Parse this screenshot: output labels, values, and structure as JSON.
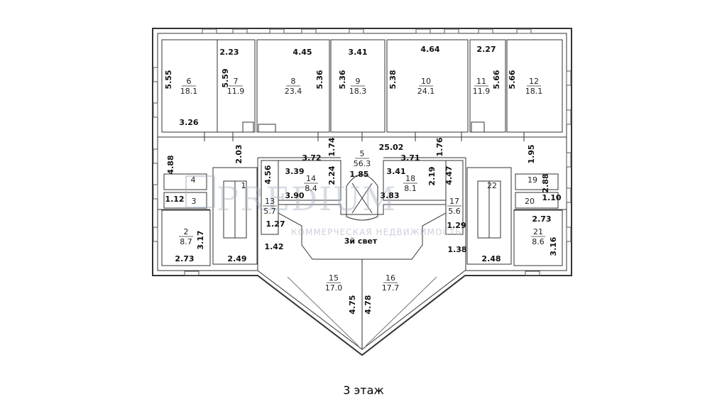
{
  "caption": "3 этаж",
  "watermark": {
    "brand": "PREDIUM",
    "tagline": "КОММЕРЧЕСКАЯ НЕДВИЖИМОСТЬ"
  },
  "special_labels": {
    "atrium": "3й свет"
  },
  "rooms": [
    {
      "num": "1",
      "area": ""
    },
    {
      "num": "2",
      "area": "8.7"
    },
    {
      "num": "3",
      "area": ""
    },
    {
      "num": "4",
      "area": ""
    },
    {
      "num": "5",
      "area": "56.3"
    },
    {
      "num": "6",
      "area": "18.1"
    },
    {
      "num": "7",
      "area": "11.9"
    },
    {
      "num": "8",
      "area": "23.4"
    },
    {
      "num": "9",
      "area": "18.3"
    },
    {
      "num": "10",
      "area": "24.1"
    },
    {
      "num": "11",
      "area": "11.9"
    },
    {
      "num": "12",
      "area": "18.1"
    },
    {
      "num": "13",
      "area": "5.7"
    },
    {
      "num": "14",
      "area": "8.4"
    },
    {
      "num": "15",
      "area": "17.0"
    },
    {
      "num": "16",
      "area": "17.7"
    },
    {
      "num": "17",
      "area": "5.6"
    },
    {
      "num": "18",
      "area": "8.1"
    },
    {
      "num": "19",
      "area": ""
    },
    {
      "num": "20",
      "area": ""
    },
    {
      "num": "21",
      "area": "8.6"
    },
    {
      "num": "22",
      "area": ""
    }
  ],
  "dimensions": [
    "2.23",
    "4.45",
    "3.41",
    "4.64",
    "2.27",
    "5.55",
    "5.59",
    "5.36",
    "5.36",
    "5.38",
    "5.66",
    "5.66",
    "3.26",
    "25.02",
    "1.74",
    "1.76",
    "3.72",
    "3.71",
    "2.03",
    "1.95",
    "4.88",
    "4.56",
    "3.39",
    "2.24",
    "3.90",
    "1.85",
    "3.41",
    "2.19",
    "3.83",
    "4.47",
    "2.88",
    "1.10",
    "1.12",
    "1.27",
    "1.42",
    "1.29",
    "1.38",
    "2.73",
    "3.17",
    "2.49",
    "2.48",
    "2.73",
    "3.16",
    "4.75",
    "4.78"
  ]
}
